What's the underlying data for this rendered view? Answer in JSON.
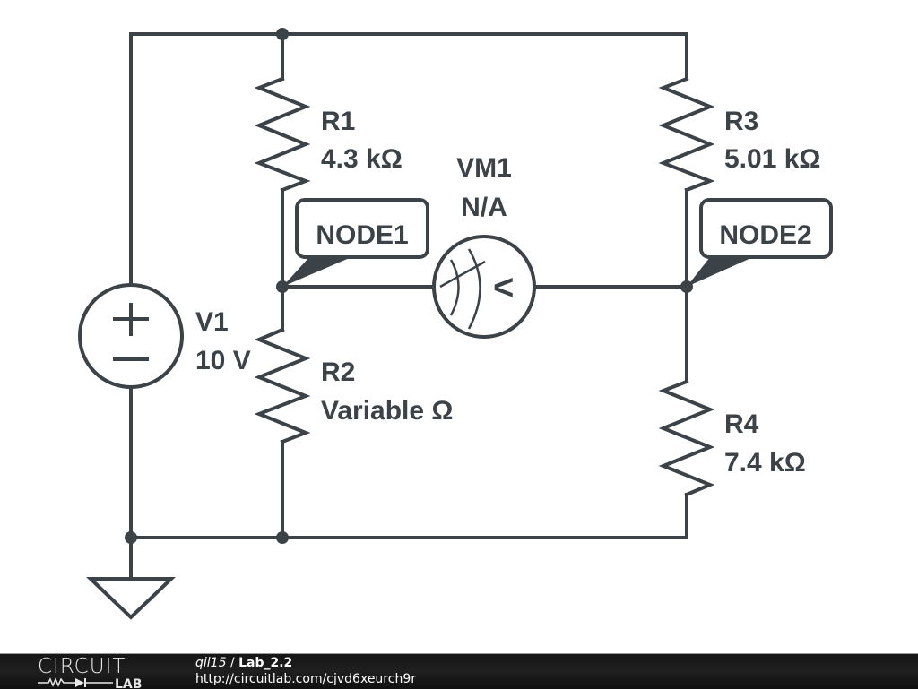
{
  "components": {
    "V1": {
      "name": "V1",
      "value": "10 V",
      "type": "dc-voltage-source"
    },
    "R1": {
      "name": "R1",
      "value": "4.3 kΩ",
      "type": "resistor"
    },
    "R2": {
      "name": "R2",
      "value": "Variable Ω",
      "type": "resistor"
    },
    "R3": {
      "name": "R3",
      "value": "5.01 kΩ",
      "type": "resistor"
    },
    "R4": {
      "name": "R4",
      "value": "7.4 kΩ",
      "type": "resistor"
    },
    "VM1": {
      "name": "VM1",
      "value": "N/A",
      "type": "voltmeter"
    }
  },
  "nodes": {
    "node1": "NODE1",
    "node2": "NODE2"
  },
  "source_symbols": {
    "plus": "+",
    "minus": "−"
  },
  "voltmeter_symbol": "<",
  "colors": {
    "wire": "#3b4248",
    "footer_bg": "#1a1a1a",
    "footer_text": "#ffffff"
  },
  "footer": {
    "logo_top": "CIRCUIT",
    "logo_bottom": "LAB",
    "user": "qil15",
    "separator": " / ",
    "title": "Lab_2.2",
    "url": "http://circuitlab.com/cjvd6xeurch9r"
  }
}
